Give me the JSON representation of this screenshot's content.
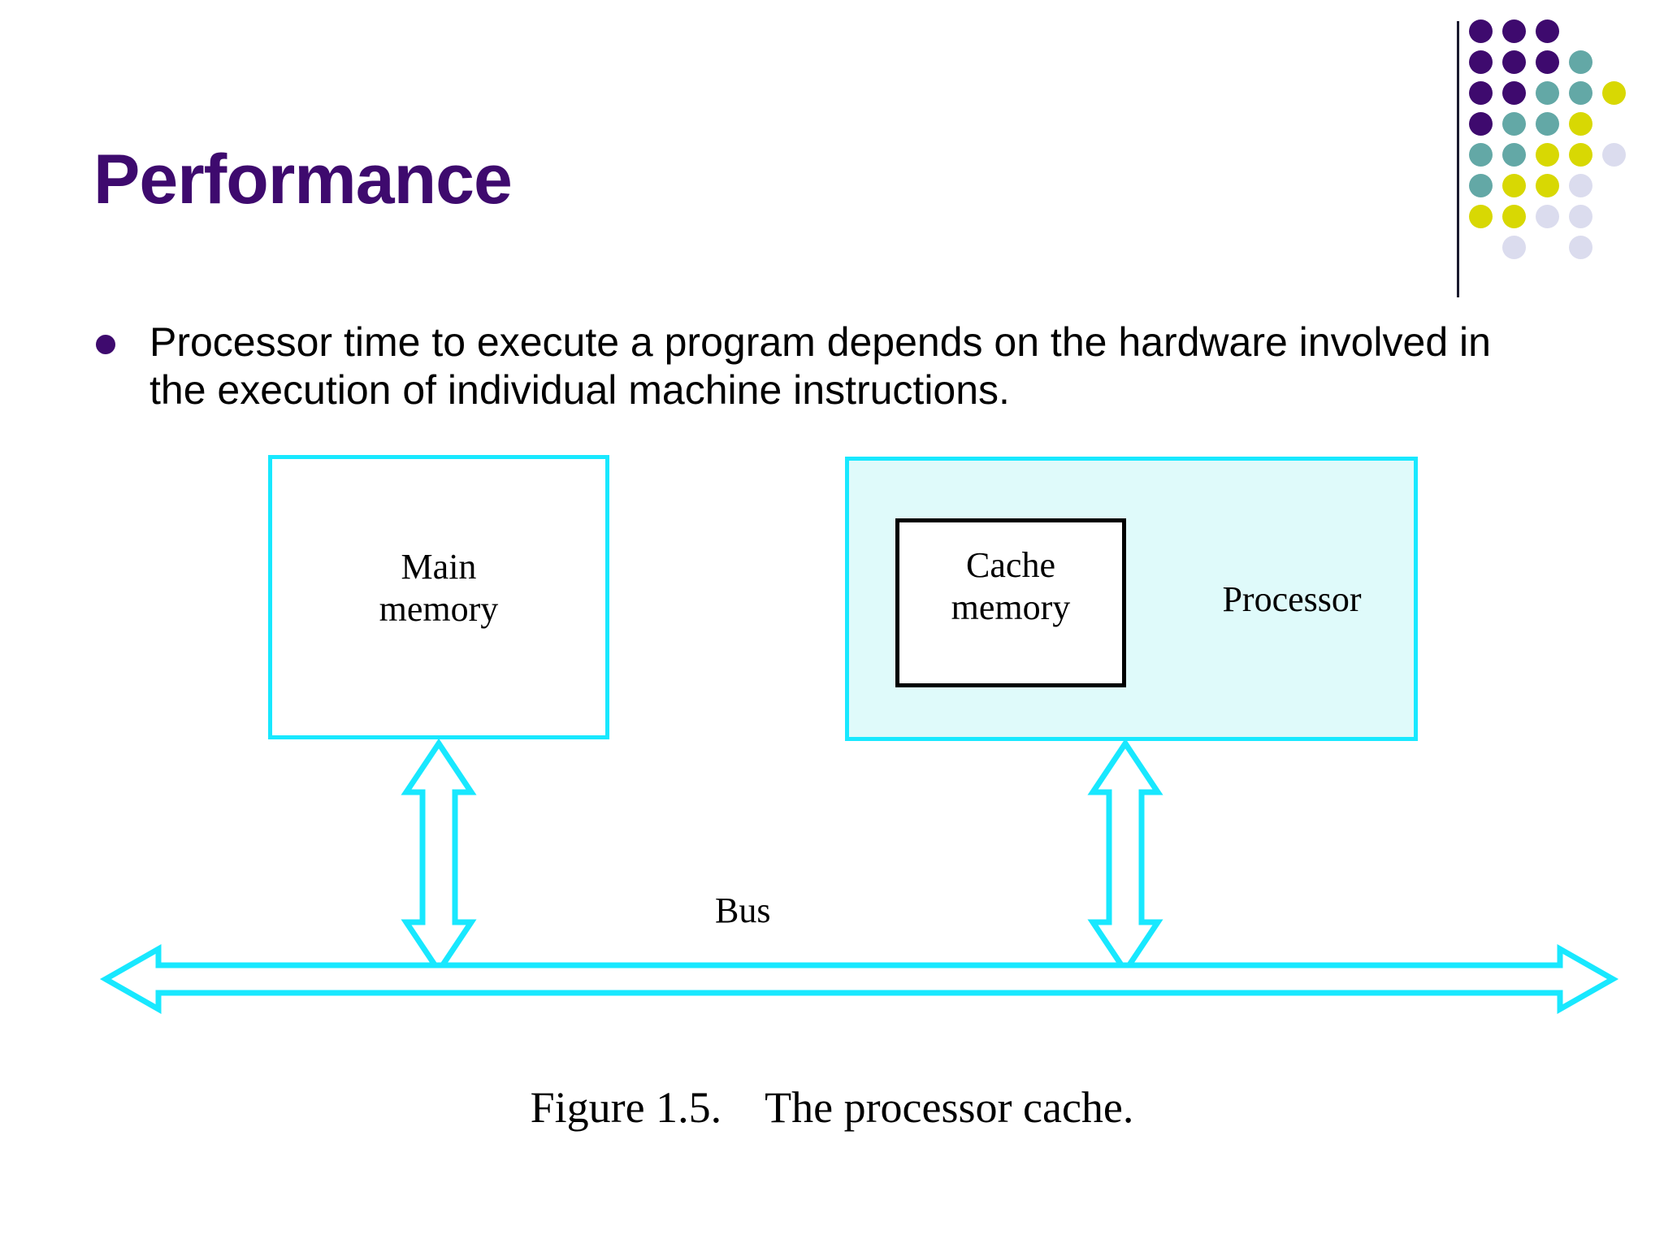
{
  "slide": {
    "title": "Performance",
    "title_color": "#3E0A6E",
    "background_color": "#FFFFFF"
  },
  "bullets": [
    {
      "marker": "bullet-dot",
      "text": "Processor time to execute a program depends on the hardware involved in the execution of individual machine instructions."
    }
  ],
  "diagram": {
    "type": "block-diagram",
    "accent_color": "#18E8FF",
    "processor_fill": "#DFFAFA",
    "blocks": [
      {
        "id": "main-memory",
        "label": "Main\nmemory",
        "label_line1": "Main",
        "label_line2": "memory",
        "border_color": "#18E8FF",
        "fill": "#FFFFFF"
      },
      {
        "id": "processor",
        "label": "Processor",
        "border_color": "#18E8FF",
        "fill": "#DFFAFA"
      },
      {
        "id": "cache-memory",
        "label": "Cache\nmemory",
        "label_line1": "Cache",
        "label_line2": "memory",
        "border_color": "#000000",
        "fill": "#FFFFFF"
      }
    ],
    "bus_label": "Bus",
    "connectors": [
      {
        "id": "main-memory-to-bus",
        "style": "double-headed-vertical-arrow"
      },
      {
        "id": "processor-to-bus",
        "style": "double-headed-vertical-arrow"
      },
      {
        "id": "bus",
        "style": "double-headed-horizontal-arrow"
      }
    ]
  },
  "caption": {
    "text": "Figure 1.5.    The processor cache.",
    "number": "Figure 1.5.",
    "title": "The processor cache."
  },
  "decoration": {
    "dot_grid": {
      "colors": {
        "purple": "#3E0A6E",
        "teal": "#63A8A6",
        "yellow": "#D8D803",
        "lavender": "#DBDCEE"
      },
      "rows": [
        [
          "purple",
          "purple",
          "purple",
          null,
          null
        ],
        [
          "purple",
          "purple",
          "purple",
          "teal",
          null
        ],
        [
          "purple",
          "purple",
          "teal",
          "teal",
          "yellow"
        ],
        [
          "purple",
          "teal",
          "teal",
          "yellow",
          null
        ],
        [
          "teal",
          "teal",
          "yellow",
          "yellow",
          "lavender"
        ],
        [
          "teal",
          "yellow",
          "yellow",
          "lavender",
          null
        ],
        [
          "yellow",
          "yellow",
          "lavender",
          "lavender",
          null
        ],
        [
          null,
          "lavender",
          null,
          "lavender",
          null
        ]
      ]
    },
    "divider_line_color": "#1A1A2E"
  }
}
